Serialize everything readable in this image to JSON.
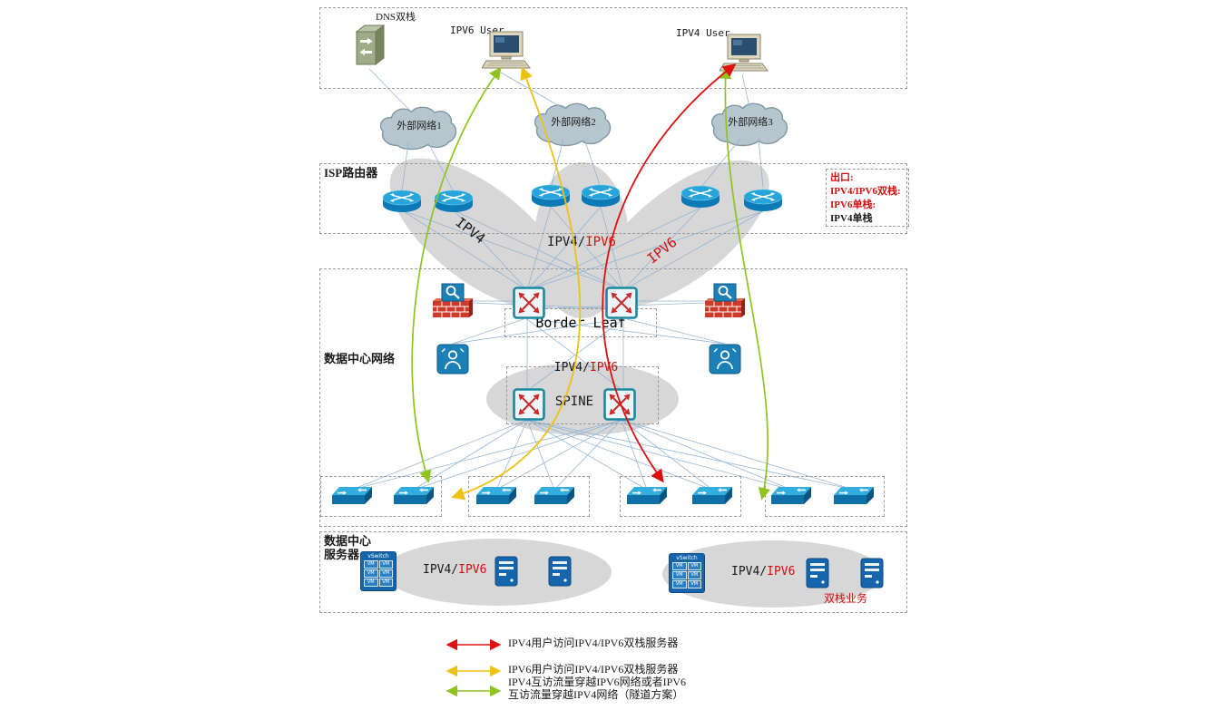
{
  "top": {
    "dns": "DNS双栈",
    "ipv6_user": "IPV6 User",
    "ipv4_user": "IPV4 User"
  },
  "clouds": [
    {
      "label": "外部网络1"
    },
    {
      "label": "外部网络2"
    },
    {
      "label": "外部网络3"
    }
  ],
  "isp": {
    "title": "ISP路由器"
  },
  "exit_legend": {
    "l1": "出口:",
    "l2": "IPV4/IPV6双栈:",
    "l3": "IPV6单栈:",
    "l4": "IPV4单栈"
  },
  "paths": {
    "left": "IPV4",
    "mid_black": "IPV4/",
    "mid_red": "IPV6",
    "right": "IPV6"
  },
  "dc": {
    "title": "数据中心网络",
    "border_leaf": "Border Leaf",
    "ip_black": "IPV4/",
    "ip_red": "IPV6",
    "spine": "SPINE"
  },
  "srv": {
    "title1": "数据中心",
    "title2": "服务器",
    "g1_black": "IPV4/",
    "g1_red": "IPV6",
    "g2_black": "IPV4/",
    "g2_red": "IPV6",
    "dual": "双栈业务",
    "vswitch": "vSwitch",
    "vm": "VM"
  },
  "legend": {
    "red": "IPV4用户访问IPV4/IPV6双栈服务器",
    "yellow": "IPV6用户访问IPV4/IPV6双栈服务器",
    "green1": "IPV4互访流量穿越IPV6网络或者IPV6",
    "green2": "互访流量穿越IPV4网络（隧道方案）"
  },
  "colors": {
    "flow_red": "#dd1111",
    "flow_yellow": "#edc217",
    "flow_green": "#8fc31f",
    "link_blue": "#8fb3d4",
    "blob_gray": "#d7d7d7"
  }
}
